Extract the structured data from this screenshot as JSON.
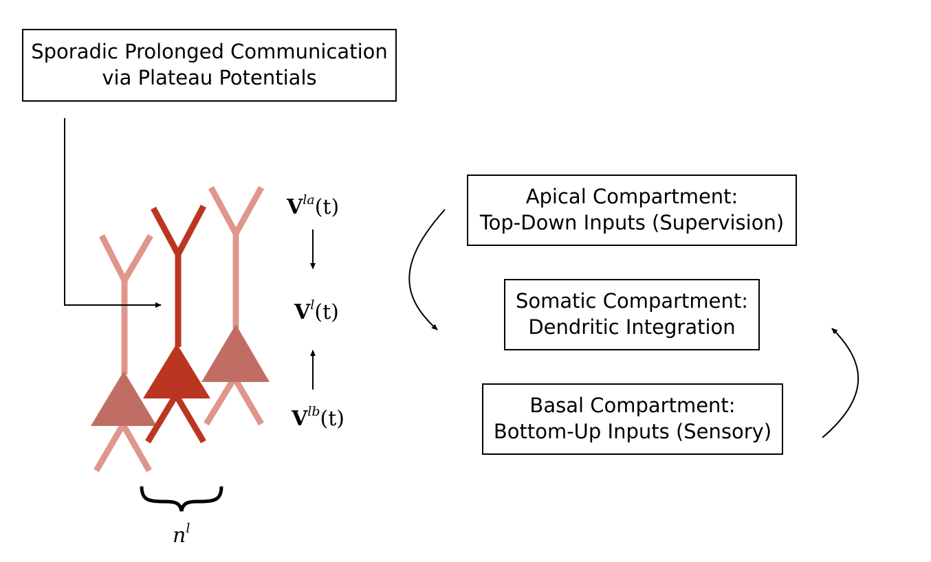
{
  "boxes": {
    "plateau": {
      "line1": "Sporadic Prolonged Communication",
      "line2": "via Plateau Potentials"
    },
    "apical": {
      "line1": "Apical Compartment:",
      "line2": "Top-Down Inputs (Supervision)"
    },
    "somatic": {
      "line1": "Somatic Compartment:",
      "line2": "Dendritic Integration"
    },
    "basal": {
      "line1": "Basal Compartment:",
      "line2": "Bottom-Up Inputs (Sensory)"
    }
  },
  "equations": {
    "apical_voltage": {
      "symbol": "V",
      "superscript": "la",
      "argument": "(t)"
    },
    "somatic_voltage": {
      "symbol": "V",
      "superscript": "l",
      "argument": "(t)"
    },
    "basal_voltage": {
      "symbol": "V",
      "superscript": "lb",
      "argument": "(t)"
    },
    "neuron_count": {
      "symbol": "n",
      "superscript": "l"
    }
  },
  "colors": {
    "faded_neuron": "#e0968c",
    "faded_soma": "#c06e64",
    "highlight_neuron": "#bb3621",
    "stroke": "#000000"
  }
}
